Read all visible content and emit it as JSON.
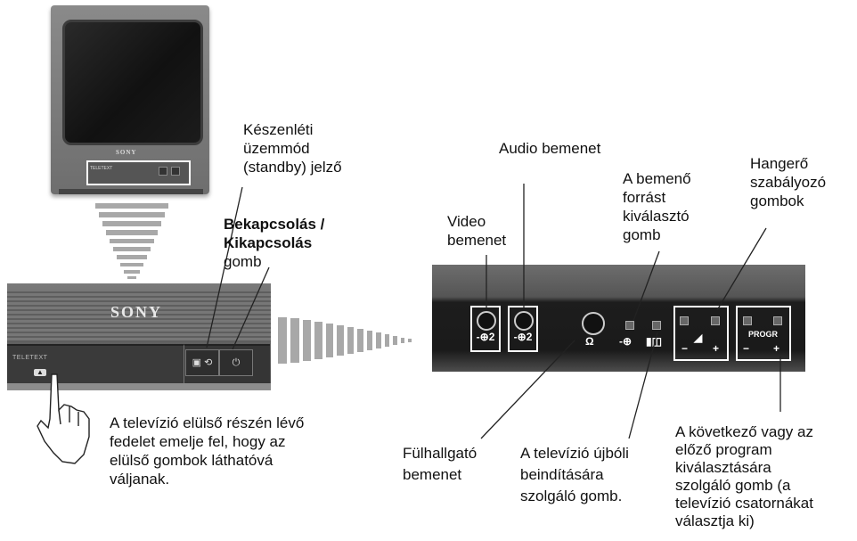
{
  "tv": {
    "brand": "SONY",
    "panel_label": "TELETEXT"
  },
  "closeup_left": {
    "brand": "SONY",
    "panel_label": "TELETEXT"
  },
  "closeup_right": {
    "av2_label": "2",
    "av2b_label": "2",
    "progr_label": "PROGR",
    "minus": "−",
    "plus": "+"
  },
  "labels": {
    "standby_indicator": "Készenléti\nüzemmód\n(standby) jelző",
    "power_bold": "Bekapcsolás /\nKikapcsolás",
    "power_rest": "gomb",
    "audio_input": "Audio bemenet",
    "video_input": "Video\nbemenet",
    "input_select": "A bemenő\nforrást\nkiválasztó\ngomb",
    "volume": "Hangerő\nszabályozó\ngombok",
    "cover_instruction": "A televízió elülső részén lévő\nfedelet emelje fel, hogy az\nelülső gombok láthatóvá\nváljanak.",
    "headphone_input": "Fülhallgató\nbemenet",
    "reset_button": "A televízió újbóli\nbeindítására\nszolgáló gomb.",
    "program_select": "A következő vagy az\nelőző program\nkiválasztására\nszolgáló gomb (a\ntelevízió csatornákat\nválasztja ki)"
  }
}
